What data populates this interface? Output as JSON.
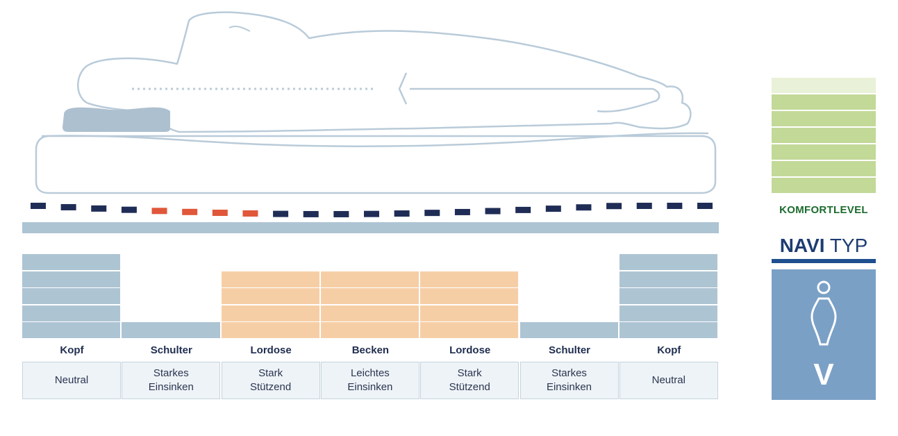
{
  "zones": [
    {
      "label": "Kopf",
      "desc": "Neutral",
      "level": 5,
      "color": "blue"
    },
    {
      "label": "Schulter",
      "desc": "Starkes\nEinsinken",
      "level": 1,
      "color": "blue"
    },
    {
      "label": "Lordose",
      "desc": "Stark\nStützend",
      "level": 4,
      "color": "orange"
    },
    {
      "label": "Becken",
      "desc": "Leichtes\nEinsinken",
      "level": 4,
      "color": "orange"
    },
    {
      "label": "Lordose",
      "desc": "Stark\nStützend",
      "level": 4,
      "color": "orange"
    },
    {
      "label": "Schulter",
      "desc": "Starkes\nEinsinken",
      "level": 1,
      "color": "blue"
    },
    {
      "label": "Kopf",
      "desc": "Neutral",
      "level": 5,
      "color": "blue"
    }
  ],
  "comfort": {
    "label": "KOMFORTLEVEL",
    "level": 6,
    "max": 7,
    "colors": {
      "filled": "#c2d998",
      "empty": "#e9f1d8"
    }
  },
  "navi": {
    "brand": "NAVI",
    "type": "TYP",
    "letter": "V",
    "icon": "person-v-shape-icon"
  },
  "colors": {
    "outline": "#b9cbd9",
    "pillow": "#adc0d0",
    "dash_navy": "#1f2d56",
    "dash_red": "#e0573a",
    "base_bar": "#adc4d3",
    "blue_bar": "#adc4d3",
    "orange_bar": "#f6cea6"
  }
}
